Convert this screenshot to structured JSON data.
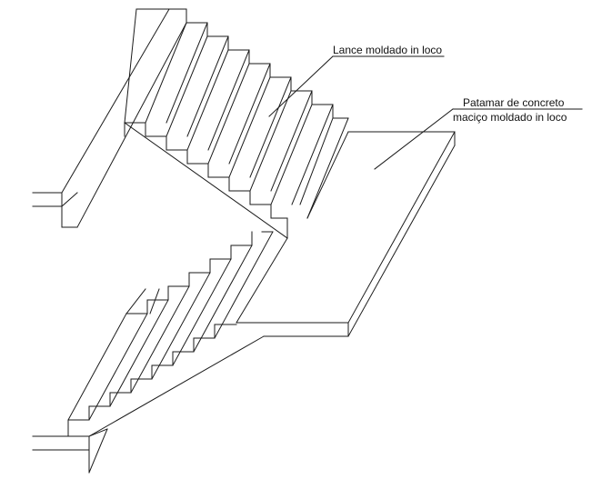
{
  "annotations": {
    "lance": "Lance moldado in loco",
    "patamar_line1": "Patamar de concreto",
    "patamar_line2": "maciço moldado in loco"
  },
  "colors": {
    "line": "#1a1a1a",
    "background": "#ffffff"
  }
}
